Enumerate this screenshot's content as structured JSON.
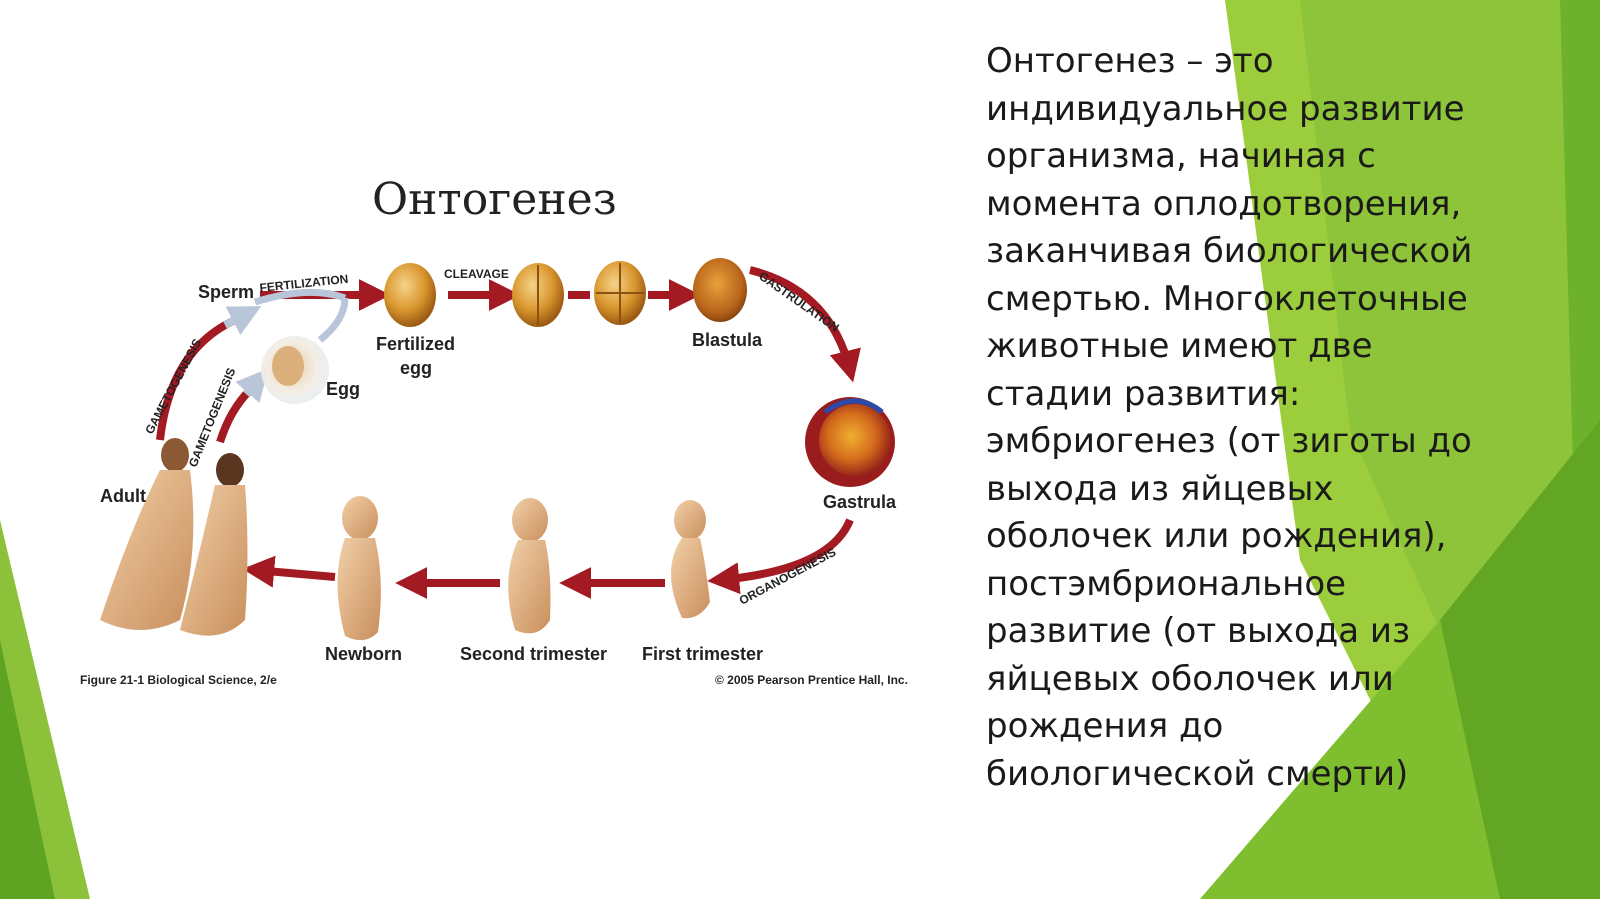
{
  "slide": {
    "colors": {
      "green_light": "#9ccd3c",
      "green_mid": "#7fbe2e",
      "green_dark": "#5fa323",
      "arrow_red": "#a31a22"
    },
    "body_text": "Онтогенез – это\nиндивидуальное развитие\nорганизма, начиная с\nмомента оплодотворения,\nзаканчивая биологической\nсмертью. Многоклеточные\nживотные имеют две\nстадии развития:\nэмбриогенез (от зиготы до\nвыхода из яйцевых\nоболочек или рождения),\nпостэмбриональное\nразвитие (от выхода из\nяйцевых оболочек или\nрождения до\nбиологической смерти)"
  },
  "diagram": {
    "title": "Онтогенез",
    "processes": {
      "fertilization": "FERTILIZATION",
      "cleavage": "CLEAVAGE",
      "gastrulation": "GASTRULATION",
      "organogenesis": "ORGANOGENESIS",
      "gametogenesis_1": "GAMETOGENESIS",
      "gametogenesis_2": "GAMETOGENESIS"
    },
    "stages": {
      "sperm": "Sperm",
      "egg": "Egg",
      "fertilized_1": "Fertilized",
      "fertilized_2": "egg",
      "blastula": "Blastula",
      "gastrula": "Gastrula",
      "first_trimester": "First trimester",
      "second_trimester": "Second trimester",
      "newborn": "Newborn",
      "adult": "Adult"
    },
    "figure_caption": "Figure 21-1   Biological Science, 2/e",
    "copyright": "© 2005 Pearson Prentice Hall, Inc."
  }
}
